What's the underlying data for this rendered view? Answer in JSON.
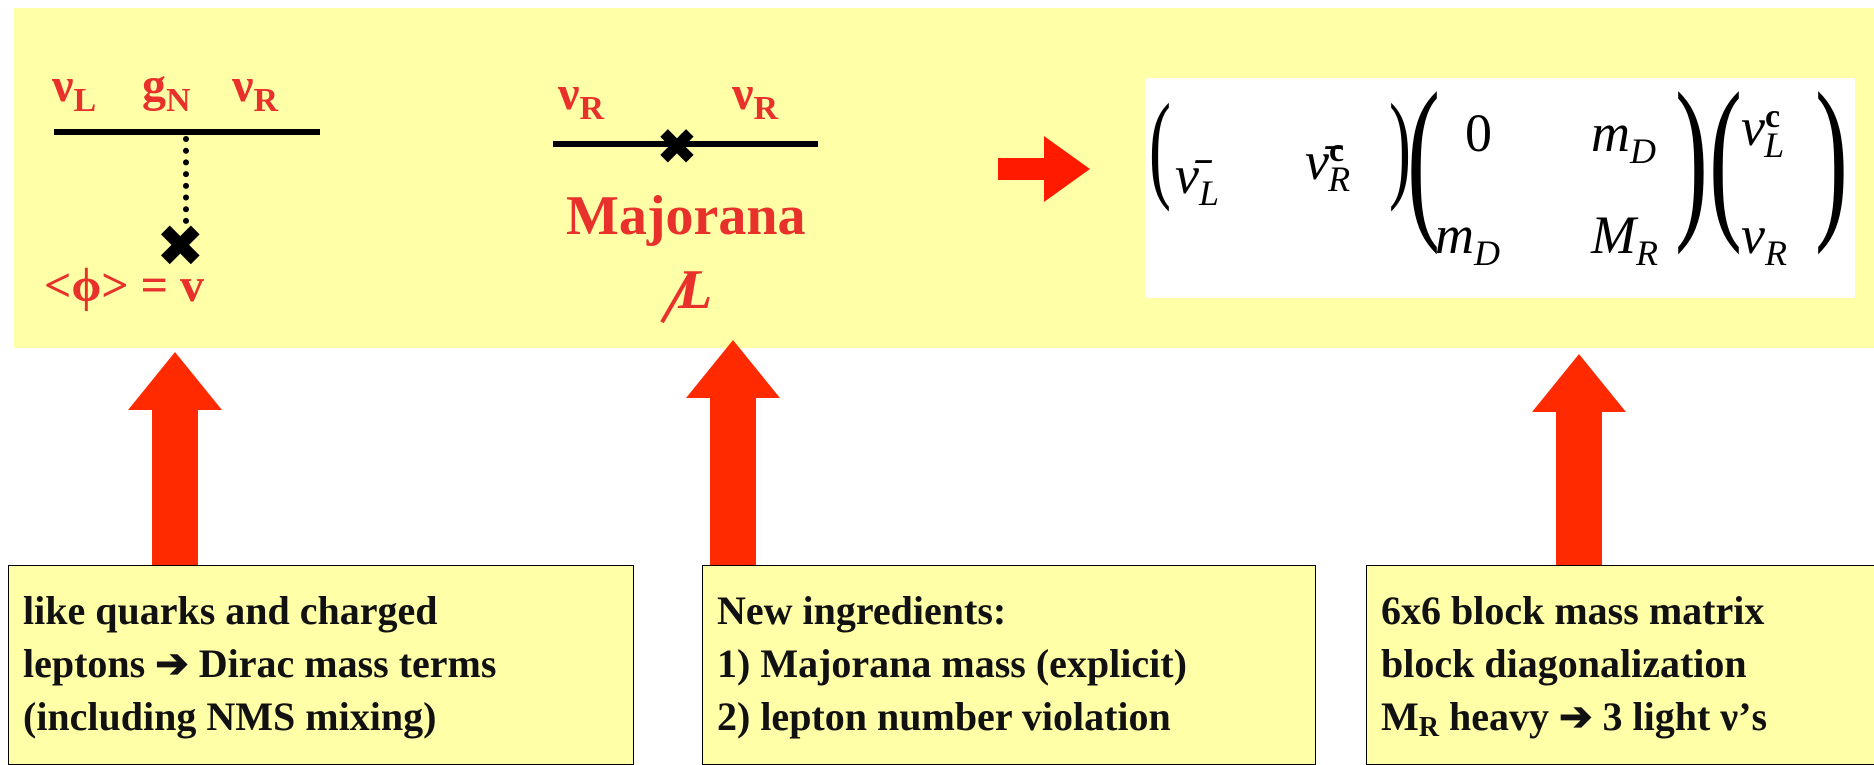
{
  "diagram1": {
    "nu_left": "ν",
    "nu_left_sub": "L",
    "coupling": "g",
    "coupling_sub": "N",
    "nu_right": "ν",
    "nu_right_sub": "R",
    "vev": "<ϕ> = v"
  },
  "diagram2": {
    "nu_left": "ν",
    "nu_left_sub": "R",
    "nu_right": "ν",
    "nu_right_sub": "R",
    "label": "Majorana",
    "lepton_violation": "L"
  },
  "matrix": {
    "row_vector": [
      {
        "sym": "ν̄",
        "sub": "L",
        "sup": ""
      },
      {
        "sym": "ν̄",
        "sub": "R",
        "sup": "c"
      }
    ],
    "entries": [
      [
        {
          "sym": "0",
          "sub": ""
        },
        {
          "sym": "m",
          "sub": "D"
        }
      ],
      [
        {
          "sym": "m",
          "sub": "D"
        },
        {
          "sym": "M",
          "sub": "R"
        }
      ]
    ],
    "col_vector": [
      {
        "sym": "ν",
        "sub": "L",
        "sup": "c"
      },
      {
        "sym": "ν",
        "sub": "R",
        "sup": ""
      }
    ]
  },
  "notes": {
    "left": {
      "line1": "like quarks and charged",
      "line2": "leptons ➔ Dirac mass terms",
      "line3": "(including NMS mixing)"
    },
    "middle": {
      "line1": "New ingredients:",
      "line2": "1) Majorana mass (explicit)",
      "line3": "2) lepton number violation"
    },
    "right": {
      "line1": "6x6 block mass matrix",
      "line2": "block diagonalization",
      "line3_pre": "M",
      "line3_sub": "R",
      "line3_post": " heavy ➔ 3 light ν’s"
    }
  },
  "colors": {
    "panel": "#ffffa8",
    "red_text": "#e8312a",
    "arrow_fill": "#ff2a00"
  }
}
